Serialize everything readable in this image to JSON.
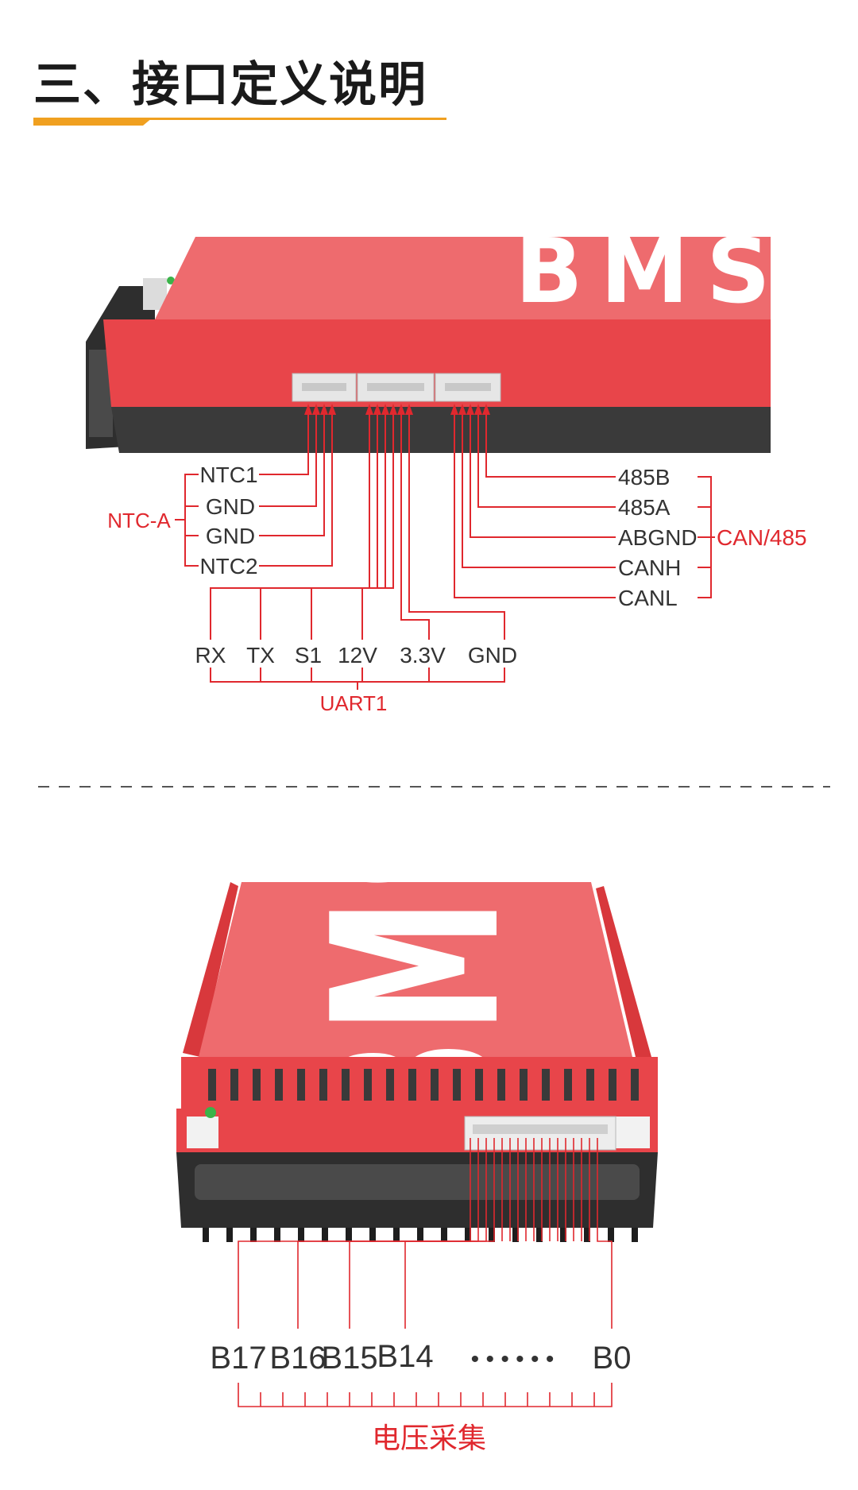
{
  "section_title": "三、接口定义说明",
  "colors": {
    "accent_orange": "#f0a020",
    "bms_red": "#e8454a",
    "bms_red_light": "#ee6b6e",
    "wire_red": "#e0282e",
    "housing_dark": "#3a3a3a",
    "text_dark": "#333333"
  },
  "top_diagram": {
    "board_logo": "BMS",
    "ntc_group": {
      "group_label": "NTC-A",
      "pins": [
        "NTC1",
        "GND",
        "GND",
        "NTC2"
      ]
    },
    "can_group": {
      "group_label": "CAN/485",
      "pins": [
        "485B",
        "485A",
        "ABGND",
        "CANH",
        "CANL"
      ]
    },
    "uart_group": {
      "group_label": "UART1",
      "pins": [
        "RX",
        "TX",
        "S1",
        "12V",
        "3.3V",
        "GND"
      ]
    }
  },
  "bottom_diagram": {
    "board_logo": "BMS",
    "voltage_labels": {
      "b17": "B17",
      "b16": "B16",
      "b15": "B15",
      "b14": "B14",
      "dots": "• • • • • •",
      "b0": "B0"
    },
    "group_label": "电压采集"
  }
}
